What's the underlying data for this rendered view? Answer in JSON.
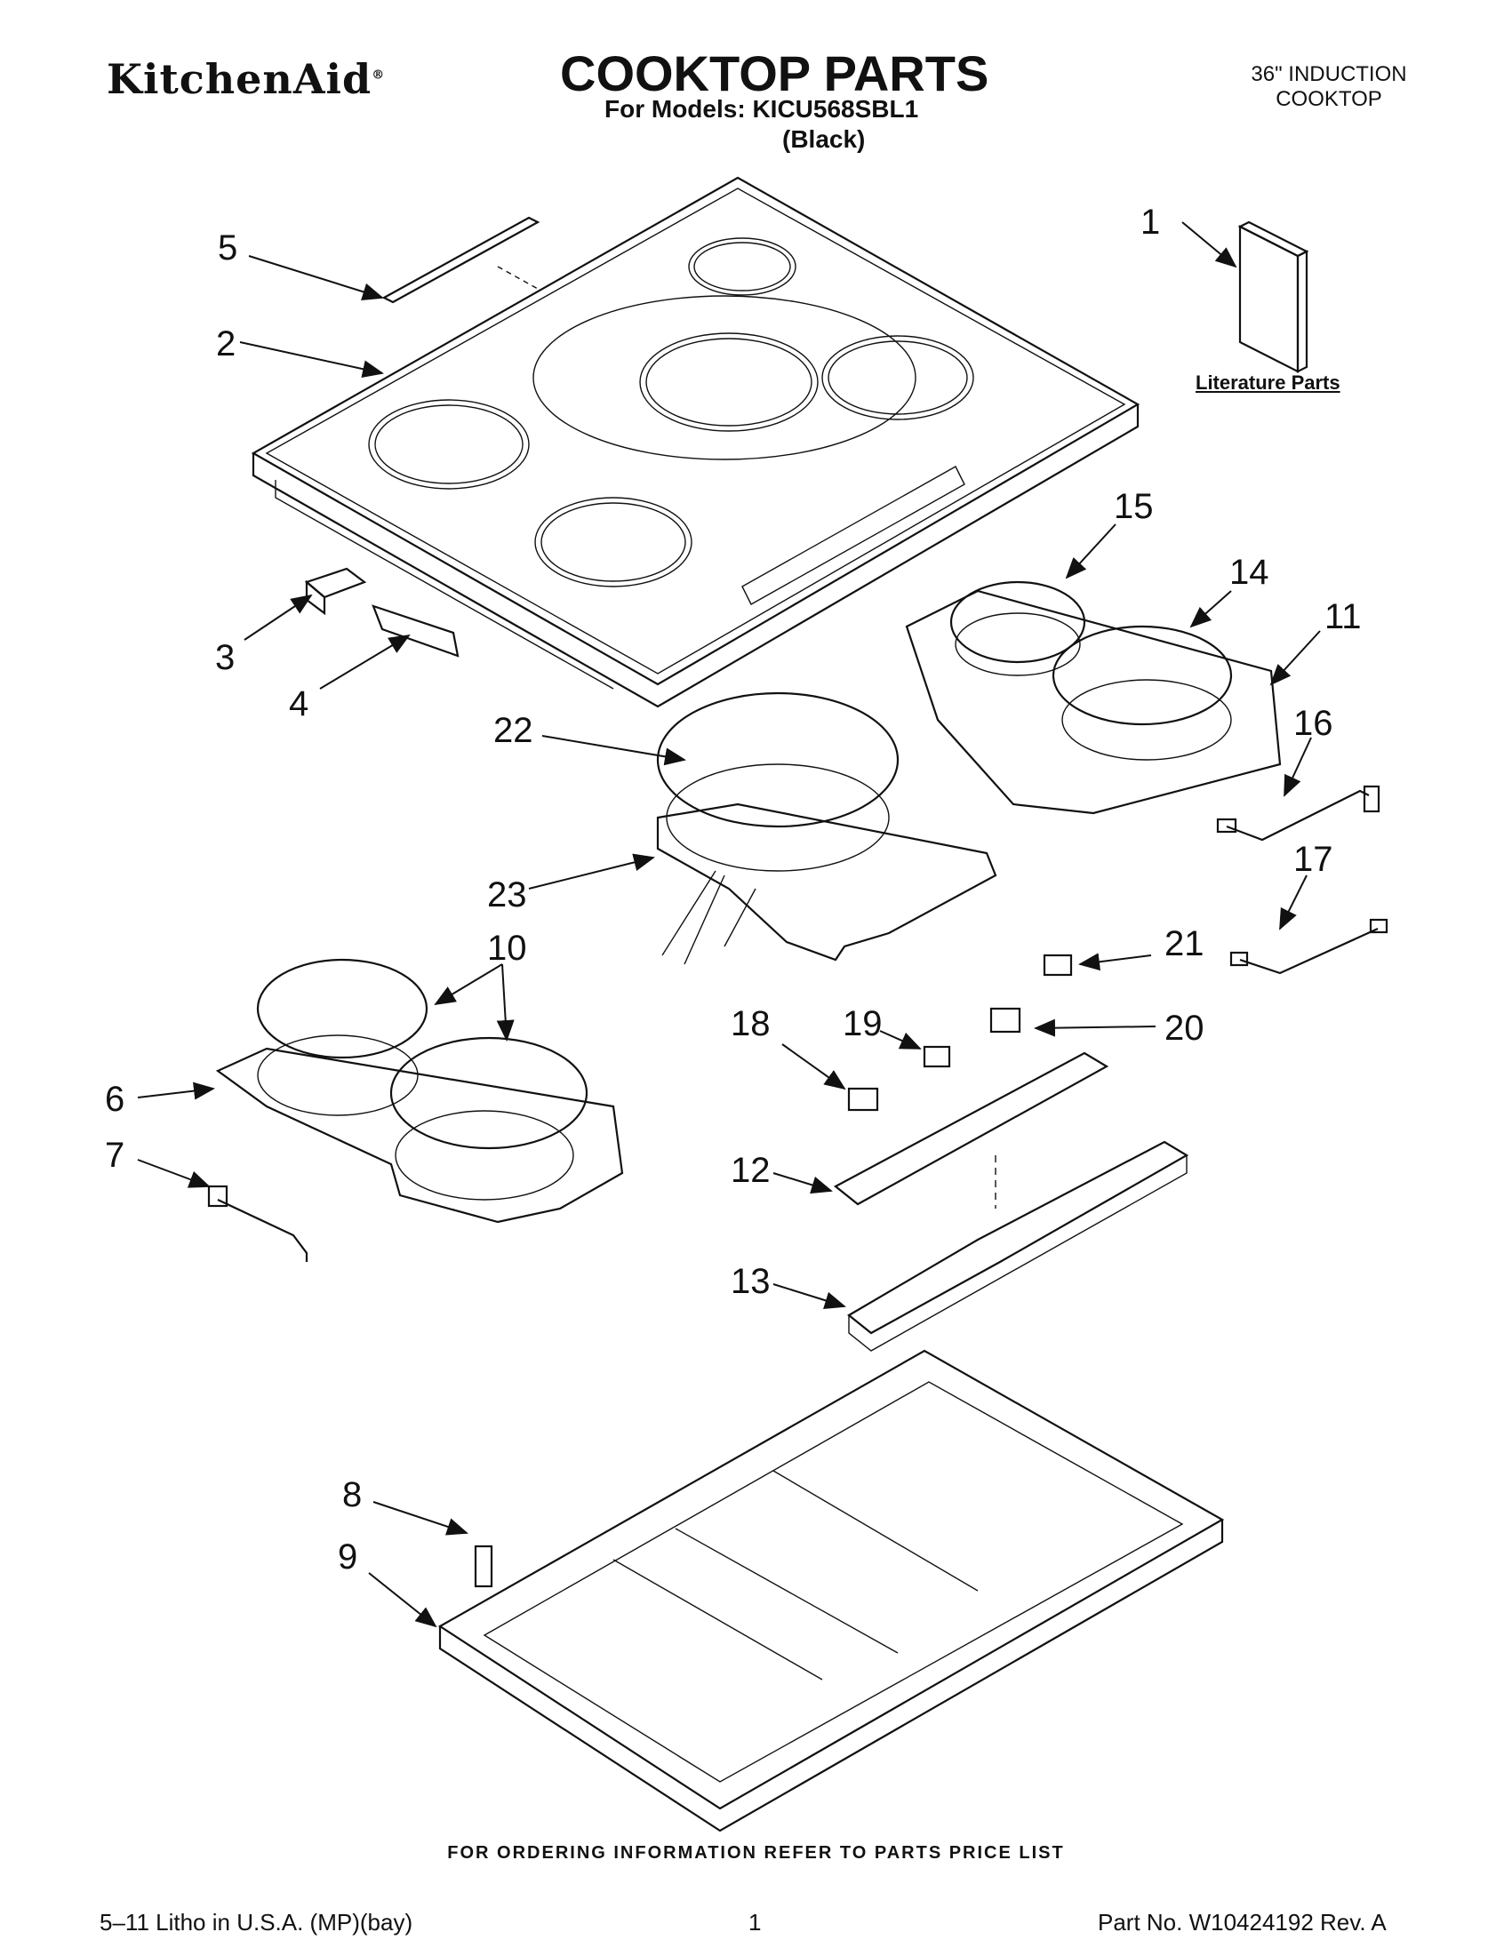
{
  "header": {
    "brand": "KitchenAid",
    "brand_mark": "®",
    "title": "COOKTOP PARTS",
    "models_line": "For Models: KICU568SBL1",
    "color_line": "(Black)",
    "product_line1": "36\" INDUCTION",
    "product_line2": "COOKTOP"
  },
  "literature_label": "Literature Parts",
  "callouts": {
    "c1": "1",
    "c2": "2",
    "c3": "3",
    "c4": "4",
    "c5": "5",
    "c6": "6",
    "c7": "7",
    "c8": "8",
    "c9": "9",
    "c10": "10",
    "c11": "11",
    "c12": "12",
    "c13": "13",
    "c14": "14",
    "c15": "15",
    "c16": "16",
    "c17": "17",
    "c18": "18",
    "c19": "19",
    "c20": "20",
    "c21": "21",
    "c22": "22",
    "c23": "23"
  },
  "footer": {
    "ordering_note": "FOR ORDERING INFORMATION REFER TO PARTS PRICE LIST",
    "litho": "5–11 Litho in U.S.A. (MP)(bay)",
    "page": "1",
    "part_no": "Part No. W10424192 Rev. A"
  }
}
